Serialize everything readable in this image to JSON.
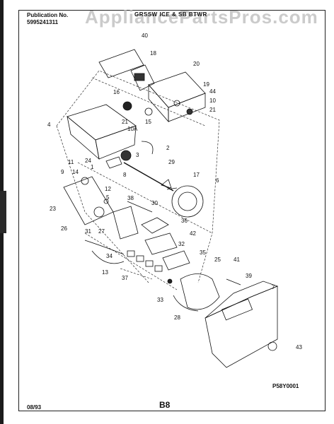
{
  "header": {
    "publication_label": "Publication No.",
    "publication_number": "5995241311",
    "title": "GRSSW ICE & SB BTWR",
    "watermark": "AppliancePartsPros.com"
  },
  "footer": {
    "date": "08/93",
    "page": "B8",
    "diagram_code": "P58Y0001"
  },
  "callouts": [
    {
      "id": "c40",
      "text": "40"
    },
    {
      "id": "c18",
      "text": "18"
    },
    {
      "id": "c20",
      "text": "20"
    },
    {
      "id": "c19",
      "text": "19"
    },
    {
      "id": "c44",
      "text": "44"
    },
    {
      "id": "c10",
      "text": "10"
    },
    {
      "id": "c21a",
      "text": "21"
    },
    {
      "id": "c16",
      "text": "16"
    },
    {
      "id": "c15",
      "text": "15"
    },
    {
      "id": "c4",
      "text": "4"
    },
    {
      "id": "c21b",
      "text": "21"
    },
    {
      "id": "c10a",
      "text": "10A"
    },
    {
      "id": "c2",
      "text": "2"
    },
    {
      "id": "c3",
      "text": "3"
    },
    {
      "id": "c24",
      "text": "24"
    },
    {
      "id": "c1",
      "text": "1"
    },
    {
      "id": "c29",
      "text": "29"
    },
    {
      "id": "c11",
      "text": "11"
    },
    {
      "id": "c9",
      "text": "9"
    },
    {
      "id": "c14",
      "text": "14"
    },
    {
      "id": "c8",
      "text": "8"
    },
    {
      "id": "c17",
      "text": "17"
    },
    {
      "id": "c6",
      "text": "6"
    },
    {
      "id": "c12",
      "text": "12"
    },
    {
      "id": "c5",
      "text": "5"
    },
    {
      "id": "c38",
      "text": "38"
    },
    {
      "id": "c30",
      "text": "30"
    },
    {
      "id": "c23",
      "text": "23"
    },
    {
      "id": "c36",
      "text": "36"
    },
    {
      "id": "c26",
      "text": "26"
    },
    {
      "id": "c31",
      "text": "31"
    },
    {
      "id": "c27",
      "text": "27"
    },
    {
      "id": "c42",
      "text": "42"
    },
    {
      "id": "c34",
      "text": "34"
    },
    {
      "id": "c32",
      "text": "32"
    },
    {
      "id": "c35",
      "text": "35"
    },
    {
      "id": "c13",
      "text": "13"
    },
    {
      "id": "c25",
      "text": "25"
    },
    {
      "id": "c41",
      "text": "41"
    },
    {
      "id": "c37",
      "text": "37"
    },
    {
      "id": "c39",
      "text": "39"
    },
    {
      "id": "c7",
      "text": "7"
    },
    {
      "id": "c33",
      "text": "33"
    },
    {
      "id": "c28",
      "text": "28"
    },
    {
      "id": "c43",
      "text": "43"
    }
  ]
}
